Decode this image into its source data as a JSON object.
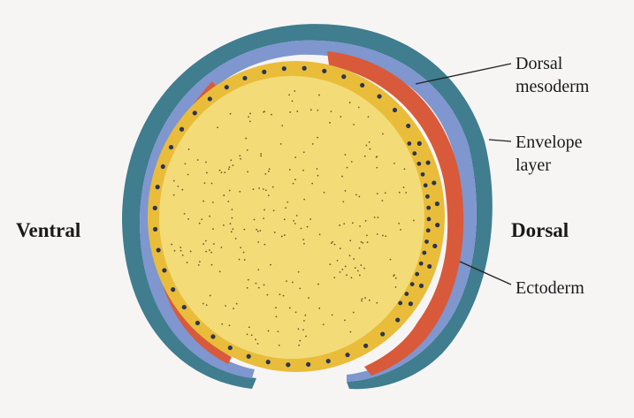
{
  "labels": {
    "ventral": "Ventral",
    "dorsal": "Dorsal",
    "dorsal_mesoderm_line1": "Dorsal",
    "dorsal_mesoderm_line2": "mesoderm",
    "envelope_line1": "Envelope",
    "envelope_line2": "layer",
    "ectoderm": "Ectoderm"
  },
  "colors": {
    "envelope": "#3f7d8f",
    "ectoderm": "#7f96cf",
    "mesoderm": "#d85a3a",
    "yolk_syncytial": "#e9bd3a",
    "yolk": "#f3dc78",
    "nuclei": "#2b3550",
    "leader_line": "#222222"
  }
}
